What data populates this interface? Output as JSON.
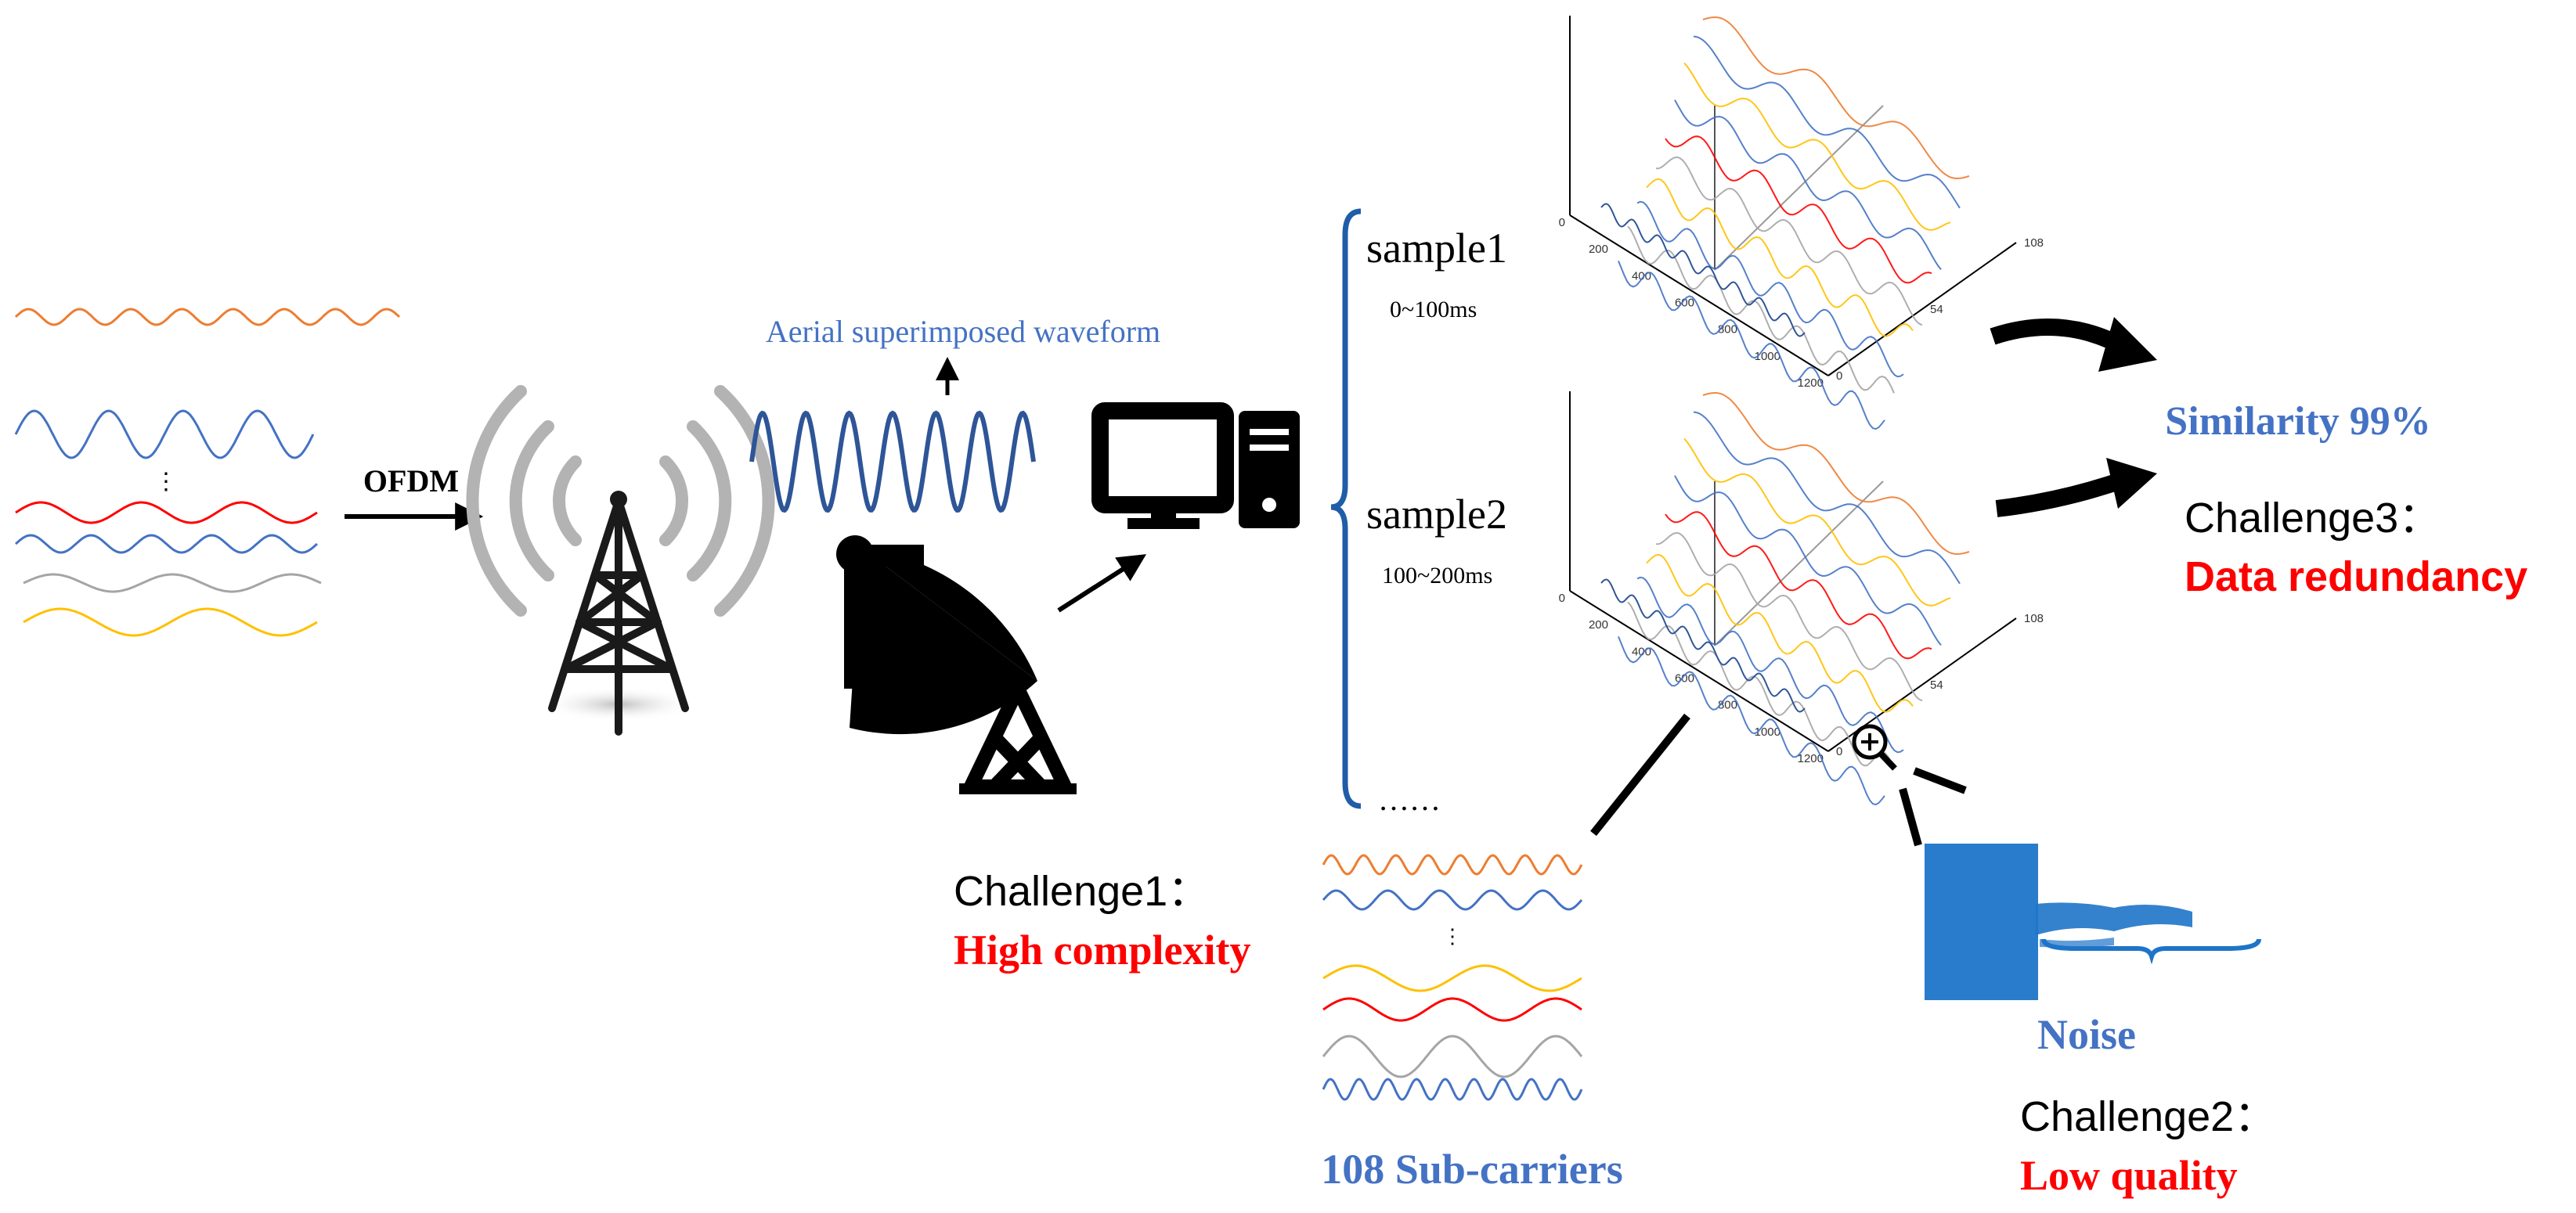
{
  "labels": {
    "ofdm": "OFDM",
    "aerial_waveform": "Aerial superimposed waveform",
    "sample1": "sample1",
    "sample1_time": "0~100ms",
    "sample2": "sample2",
    "sample2_time": "100~200ms",
    "ellipsis": "……",
    "similarity": "Similarity 99%",
    "challenge3_title": "Challenge3：",
    "challenge3_desc": "Data redundancy",
    "challenge1_title": "Challenge1：",
    "challenge1_desc": "High complexity",
    "subcarriers": "108 Sub-carriers",
    "noise": "Noise",
    "challenge2_title": "Challenge2：",
    "challenge2_desc": "Low quality",
    "vertical_dots": "⋮"
  },
  "plot_ticks": {
    "axis_a": [
      "0",
      "200",
      "400",
      "600",
      "800",
      "1000",
      "1200"
    ],
    "axis_b": [
      "0",
      "54",
      "108"
    ]
  },
  "colors": {
    "accent_blue": "#4472C4",
    "waveform_blue": "#2E5597",
    "brace_blue": "#1F5DA8",
    "challenge_red": "#FF0000",
    "wave_orange": "#ED7D31",
    "wave_blue": "#4472C4",
    "wave_red": "#FF0000",
    "wave_gray": "#A5A5A5",
    "wave_yellow": "#FFC000",
    "noise_blue": "#1E74C8"
  },
  "icons": [
    "cell-tower-icon",
    "satellite-dish-icon",
    "computer-icon",
    "magnifier-plus-icon"
  ]
}
